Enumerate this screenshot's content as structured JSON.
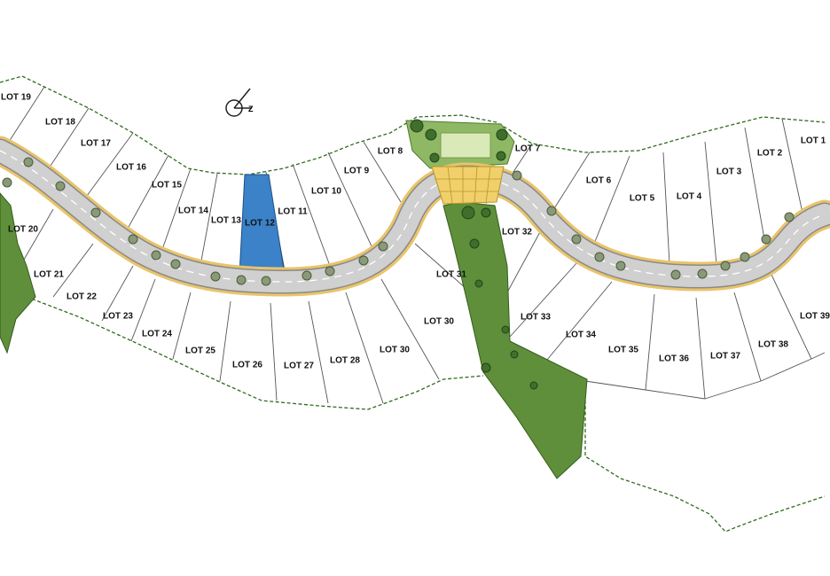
{
  "map": {
    "highlight_color": "#3b82c8",
    "green_color": "#5f8f3a",
    "road_color": "#d0d0d0",
    "curb_color": "#e9c46a",
    "compass_icon": "north-arrow"
  },
  "lots": [
    {
      "id": "lot-19",
      "label": "LOT 19"
    },
    {
      "id": "lot-18",
      "label": "LOT 18"
    },
    {
      "id": "lot-17",
      "label": "LOT 17"
    },
    {
      "id": "lot-16",
      "label": "LOT 16"
    },
    {
      "id": "lot-15",
      "label": "LOT 15"
    },
    {
      "id": "lot-14",
      "label": "LOT 14"
    },
    {
      "id": "lot-13",
      "label": "LOT 13"
    },
    {
      "id": "lot-12",
      "label": "LOT 12",
      "highlighted": true
    },
    {
      "id": "lot-11",
      "label": "LOT 11"
    },
    {
      "id": "lot-10",
      "label": "LOT 10"
    },
    {
      "id": "lot-9",
      "label": "LOT 9"
    },
    {
      "id": "lot-8",
      "label": "LOT 8"
    },
    {
      "id": "lot-7",
      "label": "LOT 7"
    },
    {
      "id": "lot-6",
      "label": "LOT 6"
    },
    {
      "id": "lot-5",
      "label": "LOT 5"
    },
    {
      "id": "lot-4",
      "label": "LOT 4"
    },
    {
      "id": "lot-3",
      "label": "LOT 3"
    },
    {
      "id": "lot-2",
      "label": "LOT 2"
    },
    {
      "id": "lot-1",
      "label": "LOT 1"
    },
    {
      "id": "lot-20",
      "label": "LOT 20"
    },
    {
      "id": "lot-21",
      "label": "LOT 21"
    },
    {
      "id": "lot-22",
      "label": "LOT 22"
    },
    {
      "id": "lot-23",
      "label": "LOT 23"
    },
    {
      "id": "lot-24",
      "label": "LOT 24"
    },
    {
      "id": "lot-25",
      "label": "LOT 25"
    },
    {
      "id": "lot-26",
      "label": "LOT 26"
    },
    {
      "id": "lot-27",
      "label": "LOT 27"
    },
    {
      "id": "lot-28",
      "label": "LOT 28"
    },
    {
      "id": "lot-30a",
      "label": "LOT 30"
    },
    {
      "id": "lot-30b",
      "label": "LOT 30"
    },
    {
      "id": "lot-31",
      "label": "LOT 31"
    },
    {
      "id": "lot-32",
      "label": "LOT 32"
    },
    {
      "id": "lot-33",
      "label": "LOT 33"
    },
    {
      "id": "lot-34",
      "label": "LOT 34"
    },
    {
      "id": "lot-35",
      "label": "LOT 35"
    },
    {
      "id": "lot-36",
      "label": "LOT 36"
    },
    {
      "id": "lot-37",
      "label": "LOT 37"
    },
    {
      "id": "lot-38",
      "label": "LOT 38"
    },
    {
      "id": "lot-39",
      "label": "LOT 39"
    }
  ]
}
